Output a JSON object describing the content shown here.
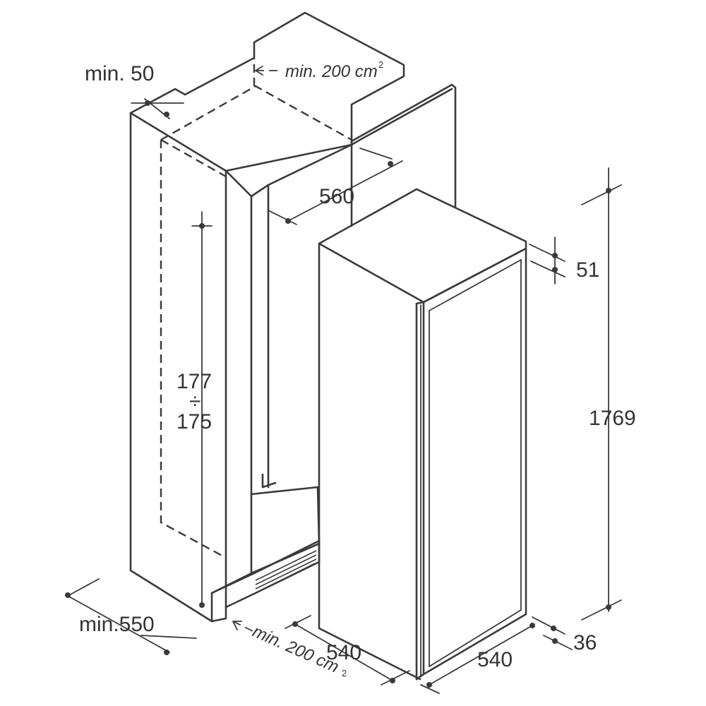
{
  "dimensions": {
    "top_gap": "min. 50",
    "top_vent": "min. 200 cm",
    "top_vent_sup": "2",
    "niche_width": "560",
    "niche_height_top": "177",
    "niche_height_sep": "÷",
    "niche_height_bottom": "175",
    "niche_depth": "min.550",
    "bottom_vent": "min. 200 cm",
    "bottom_vent_sup": "2",
    "appliance_depth": "540",
    "appliance_width": "540",
    "appliance_height": "1769",
    "top_trim": "51",
    "door_offset": "36"
  }
}
